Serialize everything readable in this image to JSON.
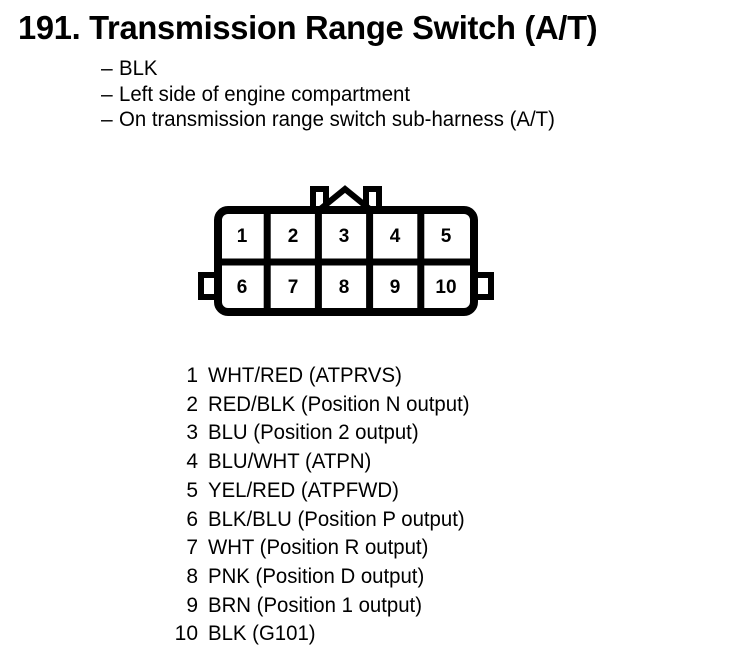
{
  "header": {
    "section_number": "191.",
    "title": "191.  Transmission Range Switch (A/T)",
    "notes": [
      {
        "dash": "–",
        "text": "BLK"
      },
      {
        "dash": "–",
        "text": "Left side of engine compartment"
      },
      {
        "dash": "–",
        "text": "On transmission range switch sub-harness (A/T)"
      }
    ]
  },
  "connector": {
    "name": "transmission-range-switch-connector",
    "pin_count": 10,
    "columns": 5,
    "rows": 2,
    "outline_color": "#000000",
    "fill_color": "#ffffff",
    "top_row_pins": [
      "1",
      "2",
      "3",
      "4",
      "5"
    ],
    "bottom_row_pins": [
      "6",
      "7",
      "8",
      "9",
      "10"
    ]
  },
  "pin_list": [
    {
      "num": "1",
      "desc": "WHT/RED (ATPRVS)"
    },
    {
      "num": "2",
      "desc": "RED/BLK (Position N output)"
    },
    {
      "num": "3",
      "desc": "BLU (Position 2 output)"
    },
    {
      "num": "4",
      "desc": "BLU/WHT (ATPN)"
    },
    {
      "num": "5",
      "desc": "YEL/RED (ATPFWD)"
    },
    {
      "num": "6",
      "desc": "BLK/BLU (Position P output)"
    },
    {
      "num": "7",
      "desc": "WHT (Position R output)"
    },
    {
      "num": "8",
      "desc": "PNK (Position D output)"
    },
    {
      "num": "9",
      "desc": "BRN (Position 1 output)"
    },
    {
      "num": "10",
      "desc": "BLK (G101)"
    }
  ]
}
